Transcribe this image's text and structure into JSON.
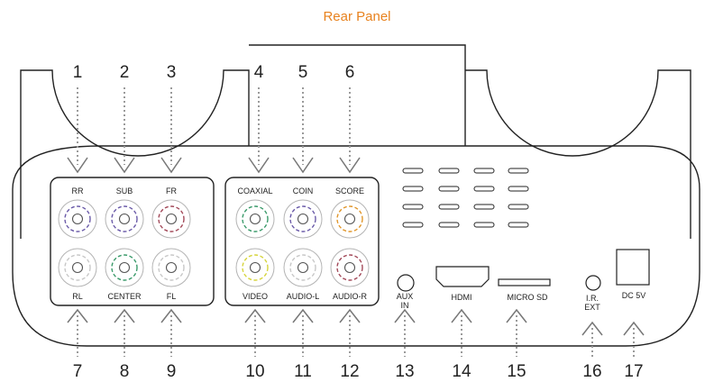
{
  "title": "Rear Panel",
  "colors": {
    "title": "#e8821e",
    "outline": "#222222",
    "leader": "#9a9a9a",
    "white_ring": "#c8c8c8",
    "green_ring": "#3a9a6a",
    "purple_ring": "#6a5aa8",
    "red_ring": "#a24858",
    "orange_ring": "#e0962a",
    "yellow_ring": "#d6d43c"
  },
  "rca_ports": [
    {
      "number": "1",
      "label": "RR",
      "ring": "purple-rca-icon"
    },
    {
      "number": "2",
      "label": "SUB",
      "ring": "purple-rca-icon"
    },
    {
      "number": "3",
      "label": "FR",
      "ring": "red-rca-icon"
    },
    {
      "number": "4",
      "label": "COAXIAL",
      "ring": "green-rca-icon"
    },
    {
      "number": "5",
      "label": "COIN",
      "ring": "purple-rca-icon"
    },
    {
      "number": "6",
      "label": "SCORE",
      "ring": "orange-rca-icon"
    },
    {
      "number": "7",
      "label": "RL",
      "ring": "white-rca-icon"
    },
    {
      "number": "8",
      "label": "CENTER",
      "ring": "green-rca-icon"
    },
    {
      "number": "9",
      "label": "FL",
      "ring": "white-rca-icon"
    },
    {
      "number": "10",
      "label": "VIDEO",
      "ring": "yellow-rca-icon"
    },
    {
      "number": "11",
      "label": "AUDIO-L",
      "ring": "white-rca-icon"
    },
    {
      "number": "12",
      "label": "AUDIO-R",
      "ring": "red-rca-icon"
    }
  ],
  "other_ports": [
    {
      "number": "13",
      "label_lines": [
        "AUX",
        "IN"
      ],
      "icon": "aux-jack-icon"
    },
    {
      "number": "14",
      "label_lines": [
        "HDMI"
      ],
      "icon": "hdmi-port-icon"
    },
    {
      "number": "15",
      "label_lines": [
        "MICRO SD"
      ],
      "icon": "micro-sd-slot-icon"
    },
    {
      "number": "16",
      "label_lines": [
        "I.R.",
        "EXT"
      ],
      "icon": "ir-ext-jack-icon"
    },
    {
      "number": "17",
      "label_lines": [
        "DC 5V"
      ],
      "icon": "dc-power-port-icon"
    }
  ]
}
